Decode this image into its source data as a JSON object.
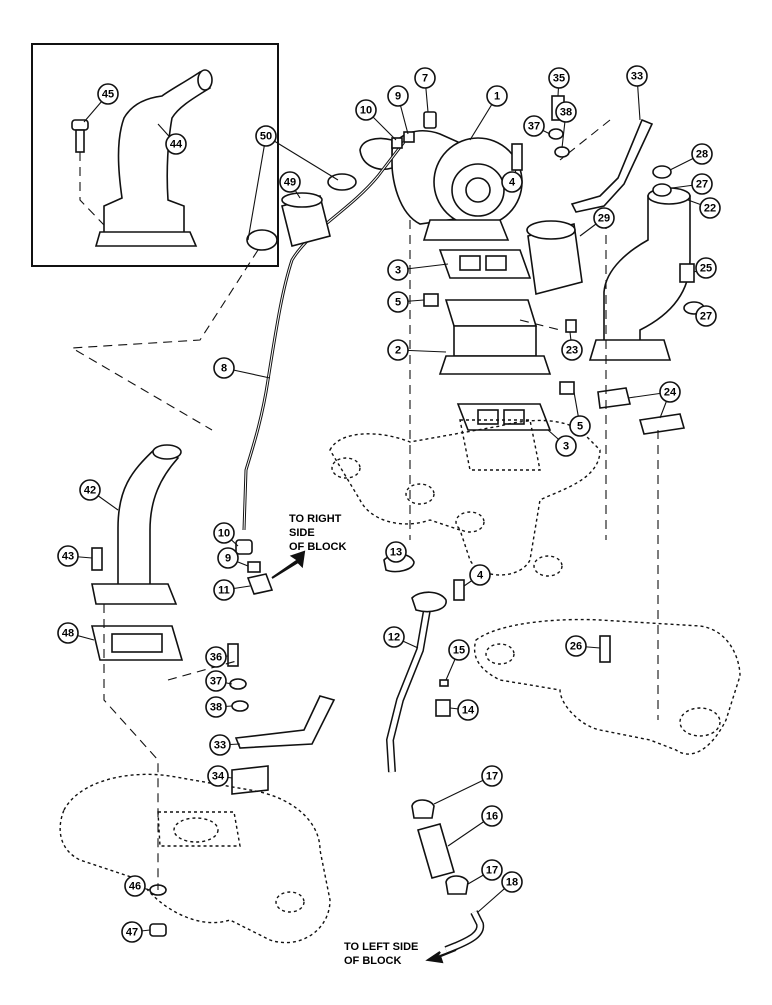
{
  "callouts": [
    {
      "id": "45",
      "label": "45"
    },
    {
      "id": "44",
      "label": "44"
    },
    {
      "id": "50",
      "label": "50"
    },
    {
      "id": "49",
      "label": "49"
    },
    {
      "id": "10a",
      "label": "10"
    },
    {
      "id": "9a",
      "label": "9"
    },
    {
      "id": "7",
      "label": "7"
    },
    {
      "id": "1",
      "label": "1"
    },
    {
      "id": "35",
      "label": "35"
    },
    {
      "id": "37a",
      "label": "37"
    },
    {
      "id": "38a",
      "label": "38"
    },
    {
      "id": "33a",
      "label": "33"
    },
    {
      "id": "28",
      "label": "28"
    },
    {
      "id": "27a",
      "label": "27"
    },
    {
      "id": "22",
      "label": "22"
    },
    {
      "id": "4a",
      "label": "4"
    },
    {
      "id": "29",
      "label": "29"
    },
    {
      "id": "25",
      "label": "25"
    },
    {
      "id": "27b",
      "label": "27"
    },
    {
      "id": "3a",
      "label": "3"
    },
    {
      "id": "5a",
      "label": "5"
    },
    {
      "id": "2",
      "label": "2"
    },
    {
      "id": "23",
      "label": "23"
    },
    {
      "id": "8",
      "label": "8"
    },
    {
      "id": "24",
      "label": "24"
    },
    {
      "id": "5b",
      "label": "5"
    },
    {
      "id": "3b",
      "label": "3"
    },
    {
      "id": "42",
      "label": "42"
    },
    {
      "id": "10b",
      "label": "10"
    },
    {
      "id": "9b",
      "label": "9"
    },
    {
      "id": "11",
      "label": "11"
    },
    {
      "id": "43",
      "label": "43"
    },
    {
      "id": "13",
      "label": "13"
    },
    {
      "id": "4b",
      "label": "4"
    },
    {
      "id": "48",
      "label": "48"
    },
    {
      "id": "12",
      "label": "12"
    },
    {
      "id": "15",
      "label": "15"
    },
    {
      "id": "26",
      "label": "26"
    },
    {
      "id": "36",
      "label": "36"
    },
    {
      "id": "37b",
      "label": "37"
    },
    {
      "id": "38b",
      "label": "38"
    },
    {
      "id": "14",
      "label": "14"
    },
    {
      "id": "33b",
      "label": "33"
    },
    {
      "id": "34",
      "label": "34"
    },
    {
      "id": "17a",
      "label": "17"
    },
    {
      "id": "16",
      "label": "16"
    },
    {
      "id": "17b",
      "label": "17"
    },
    {
      "id": "18",
      "label": "18"
    },
    {
      "id": "46",
      "label": "46"
    },
    {
      "id": "47",
      "label": "47"
    }
  ],
  "notes": {
    "right_side": [
      "TO RIGHT",
      "SIDE",
      "OF BLOCK"
    ],
    "left_side": [
      "TO LEFT SIDE",
      "OF BLOCK"
    ]
  }
}
